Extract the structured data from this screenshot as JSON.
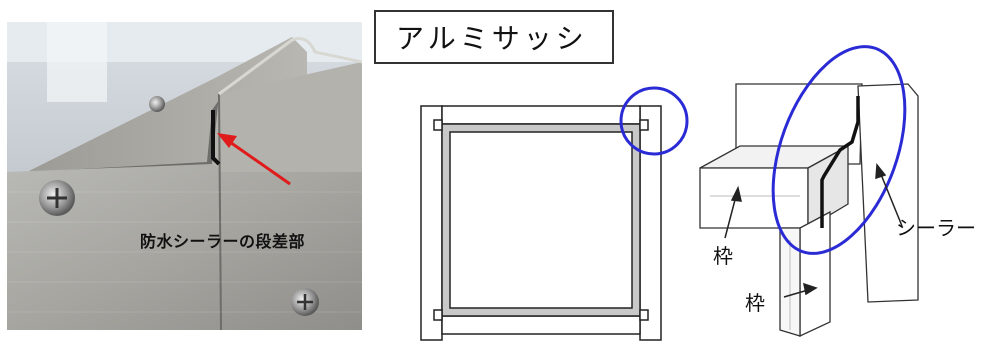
{
  "photo": {
    "caption": "防水シーラーの段差部"
  },
  "title": "アルミサッシ",
  "labels": {
    "frame_a": "枠",
    "frame_b": "枠",
    "sealer": "シーラー"
  },
  "colors": {
    "highlight_circle": "#2b2bd6",
    "arrow": "#e01b1b",
    "frame_fill": "#c8c8c8",
    "outline": "#222222"
  }
}
